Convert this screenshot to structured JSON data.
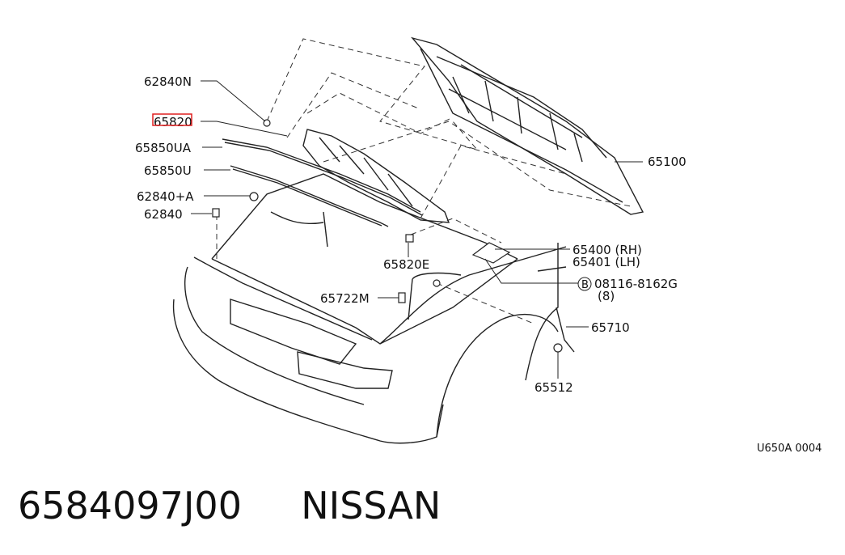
{
  "labels": {
    "p62840N": "62840N",
    "p65820_hl": "65820",
    "p65850UA": "65850UA",
    "p65850U": "65850U",
    "p62840A": "62840+A",
    "p62840": "62840",
    "p65100": "65100",
    "p65400": "65400 (RH)",
    "p65401": "65401 (LH)",
    "p65820E": "65820E",
    "bolt_code": "08116-8162G",
    "bolt_qty": "(8)",
    "bolt_mark": "B",
    "p65722M": "65722M",
    "p65710": "65710",
    "p65512": "65512",
    "diagram_code": "U650A 0004"
  },
  "caption": {
    "part_number": "6584097J00",
    "brand": "NISSAN"
  },
  "colors": {
    "highlight": "#e02020",
    "ink": "#111111"
  }
}
